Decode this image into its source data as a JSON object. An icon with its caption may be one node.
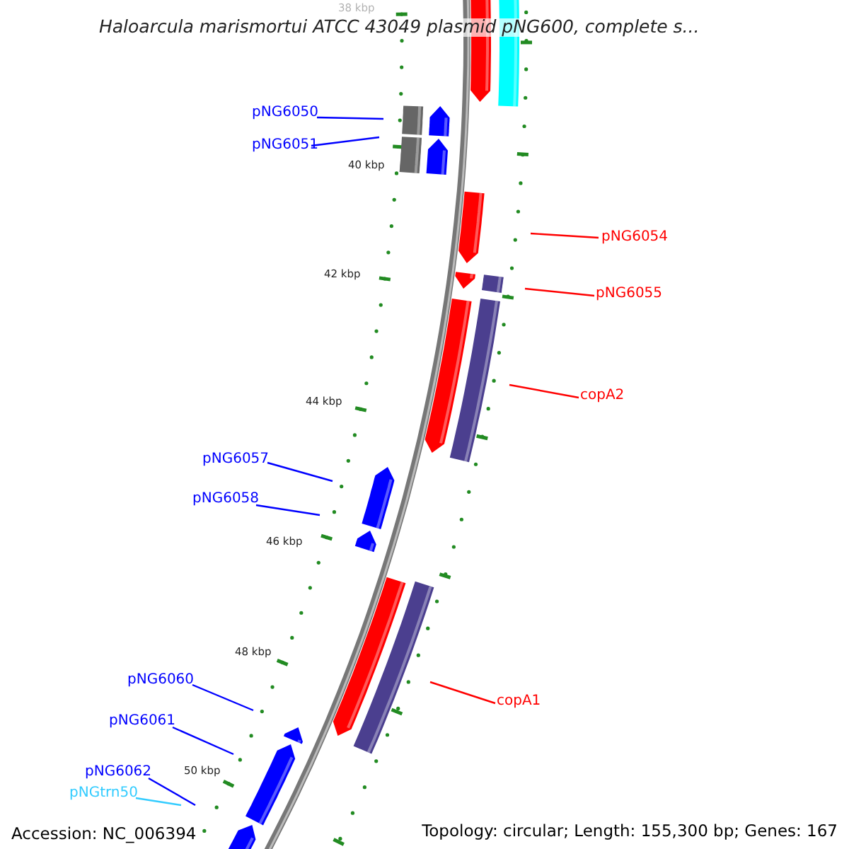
{
  "diagram": {
    "title": "Haloarcula marismortui ATCC 43049 plasmid pNG600, complete s...",
    "nodes": [
      {
        "text": [
          "pNG6050"
        ]
      },
      {
        "text": [
          "pNG6051"
        ]
      },
      {
        "text": [
          "pNG6054"
        ]
      },
      {
        "text": [
          "pNG6055"
        ]
      },
      {
        "text": [
          "copA2"
        ]
      },
      {
        "text": [
          "pNG6057"
        ]
      },
      {
        "text": [
          "pNG6058"
        ]
      },
      {
        "text": [
          "copA1"
        ]
      },
      {
        "text": [
          "pNG6060"
        ]
      },
      {
        "text": [
          "pNG6061"
        ]
      },
      {
        "text": [
          "pNG6062"
        ]
      },
      {
        "text": [
          "pNGtrn50"
        ]
      }
    ],
    "edges": [
      {
        "from": 0,
        "to": null,
        "arrow": "none"
      },
      {
        "from": 1,
        "to": null,
        "arrow": "none"
      },
      {
        "from": 2,
        "to": null,
        "arrow": "none",
        "color": "#ff0000"
      },
      {
        "from": 3,
        "to": null,
        "arrow": "none",
        "color": "#ff0000"
      },
      {
        "from": 4,
        "to": null,
        "arrow": "none",
        "color": "#ff0000"
      },
      {
        "from": 5,
        "to": null,
        "arrow": "none"
      },
      {
        "from": 6,
        "to": null,
        "arrow": "none"
      },
      {
        "from": 7,
        "to": null,
        "arrow": "none",
        "color": "#ff0000"
      },
      {
        "from": 8,
        "to": null,
        "arrow": "none"
      },
      {
        "from": 9,
        "to": null,
        "arrow": "none"
      },
      {
        "from": 10,
        "to": null,
        "arrow": "none"
      },
      {
        "from": 11,
        "to": null,
        "arrow": "none",
        "color": "#33ccff"
      }
    ],
    "labels": [
      "38 kbp",
      "40 kbp",
      "42 kbp",
      "44 kbp",
      "46 kbp",
      "48 kbp",
      "50 kbp",
      "Accession: NC_006394",
      "Topology: circular; Length: 155,300 bp; Genes: 167"
    ]
  }
}
